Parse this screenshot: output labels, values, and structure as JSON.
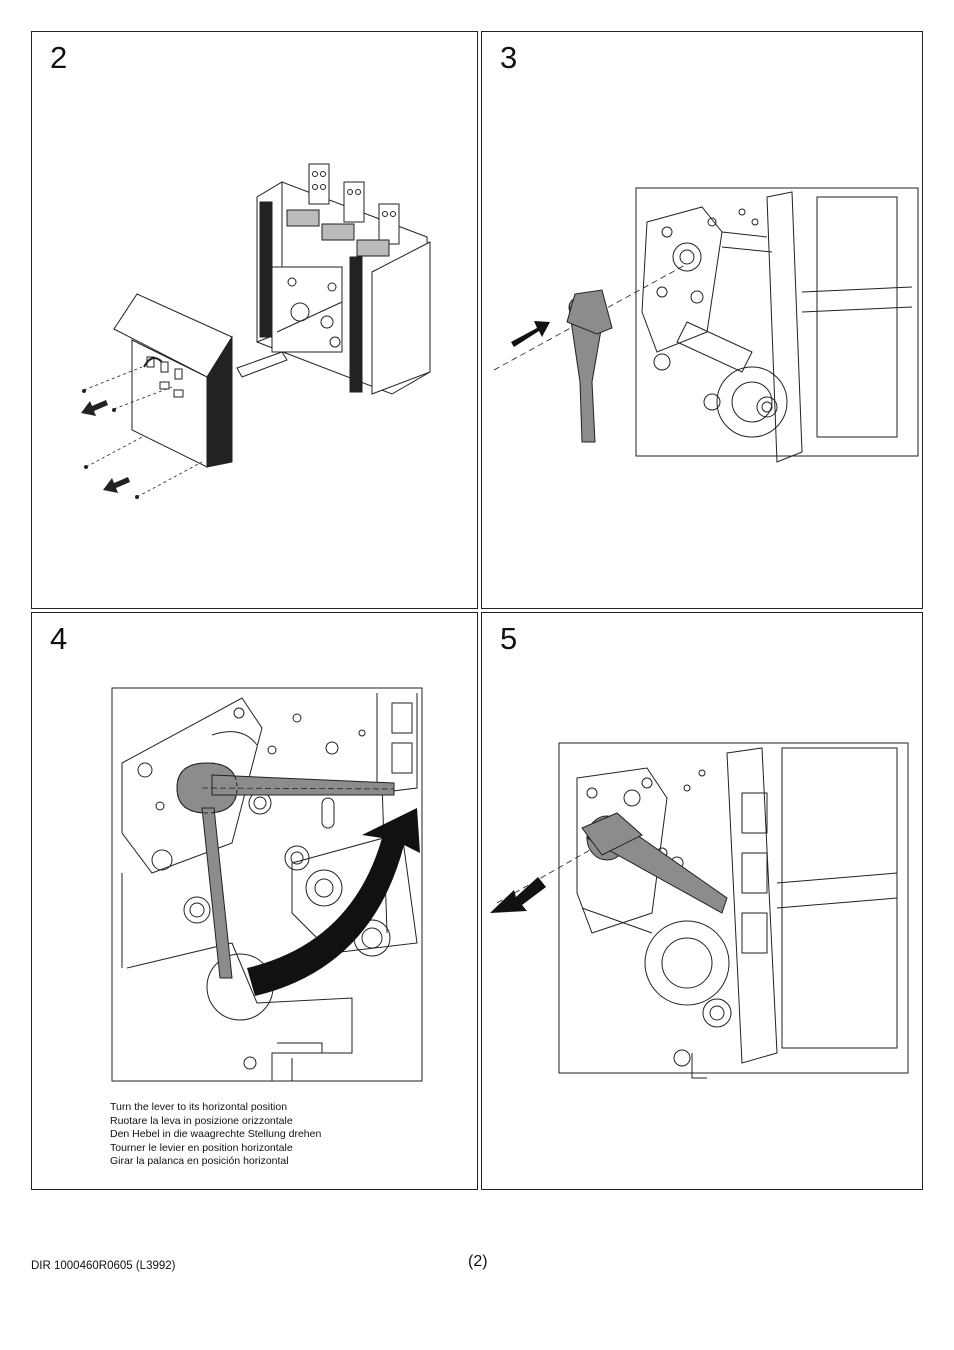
{
  "steps": [
    {
      "number": "2"
    },
    {
      "number": "3"
    },
    {
      "number": "4",
      "caption": [
        "Turn the lever to its horizontal position",
        "Ruotare la leva in posizione orizzontale",
        "Den Hebel in die waagrechte Stellung drehen",
        "Tourner le levier en position horizontale",
        "Girar la palanca en posición horizontal"
      ]
    },
    {
      "number": "5"
    }
  ],
  "footer": {
    "doc_code": "DIR 1000460R0605 (L3992)",
    "page_number": "(2)"
  },
  "colors": {
    "lever_gray": "#8c8c8c",
    "arrow_black": "#111111",
    "line": "#222222"
  }
}
